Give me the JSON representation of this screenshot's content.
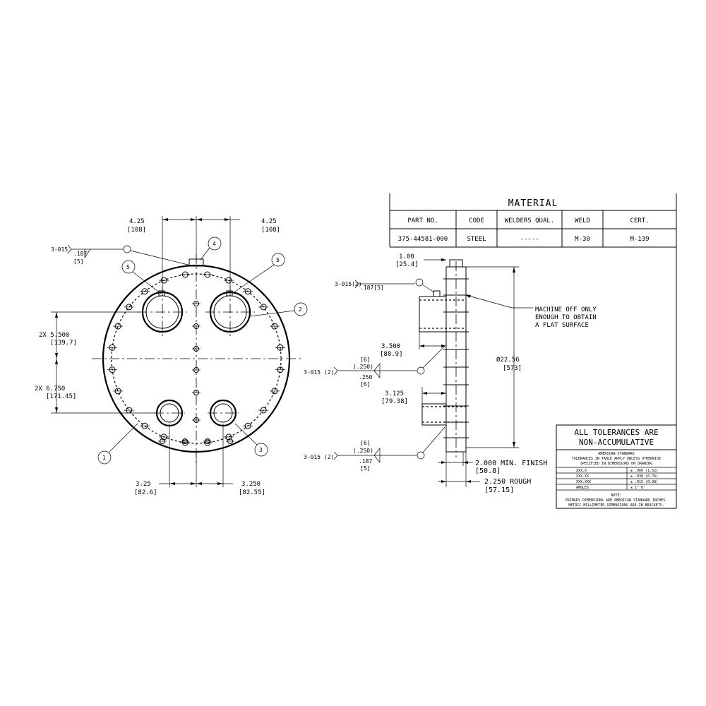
{
  "front_view": {
    "dim_top_left": "4.25",
    "dim_top_left_mm": "[108]",
    "dim_top_right": "4.25",
    "dim_top_right_mm": "[108]",
    "weld_top_spec": "3-015",
    "weld_top_size": ".187",
    "weld_top_size_mm": "[5]",
    "dim_left_upper": "2X 5.500",
    "dim_left_upper_mm": "[139.7]",
    "dim_left_lower": "2X 6.750",
    "dim_left_lower_mm": "[171.45]",
    "dim_bottom_left": "3.25",
    "dim_bottom_left_mm": "[82.6]",
    "dim_bottom_right": "3.250",
    "dim_bottom_right_mm": "[82.55]",
    "balloons": [
      "1",
      "2",
      "3",
      "4",
      "5",
      "5"
    ]
  },
  "material_table": {
    "title": "MATERIAL",
    "headers": [
      "PART NO.",
      "CODE",
      "WELDERS QUAL.",
      "WELD",
      "CERT."
    ],
    "row": [
      "375-44581-000",
      "STEEL",
      "-----",
      "M-30",
      "M-139"
    ]
  },
  "side_view": {
    "dim_top": "1.00",
    "dim_top_mm": "[25.4]",
    "weld_upper_spec": "3-015(2)",
    "weld_upper_size": ".187[5]",
    "note_machine_1": "MACHINE OFF ONLY",
    "note_machine_2": "ENOUGH TO OBTAIN",
    "note_machine_3": "A FLAT SURFACE",
    "dim_3500": "3.500",
    "dim_3500_mm": "[88.9]",
    "weld_mid_spec": "3-015 (2)",
    "weld_mid_a": "[6]",
    "weld_mid_b": "(.250)",
    "weld_mid_c": ".250",
    "weld_mid_d": "[6]",
    "dim_diameter": "Ø22.56",
    "dim_diameter_mm": "[573]",
    "dim_3125": "3.125",
    "dim_3125_mm": "[79.38]",
    "weld_low_spec": "3-015 (2)",
    "weld_low_a": "[6]",
    "weld_low_b": "(.250)",
    "weld_low_c": ".187",
    "weld_low_d": "[5]",
    "dim_finish": "2.000 MIN. FINISH",
    "dim_finish_mm": "[50.8]",
    "dim_rough": "2.250  ROUGH",
    "dim_rough_mm": "[57.15]"
  },
  "tolerance_block": {
    "title_1": "ALL TOLERANCES ARE",
    "title_2": "NON-ACCUMULATIVE",
    "std": "AMERICAN STANDARD",
    "desc_1": "TOLERANCES IN TABLE APPLY UNLESS OTHERWISE",
    "desc_2": "SPECIFIED IN DIMENSIONS ON DRAWING",
    "rows": [
      {
        "k": "XXX.X",
        "v": "± .060 (1.52)"
      },
      {
        "k": "XXX.XX",
        "v": "± .030 (0.76)"
      },
      {
        "k": "XXX.XXX",
        "v": "± .015 (0.38)"
      },
      {
        "k": "ANGLES",
        "v": "± 1° 0'"
      }
    ],
    "note_title": "NOTE:",
    "note_1": "PRIMARY DIMENSIONS ARE AMERICAN STANDARD INCHES.",
    "note_2": "METRIC MILLIMETER DIMENSIONS ARE IN BRACKETS."
  }
}
